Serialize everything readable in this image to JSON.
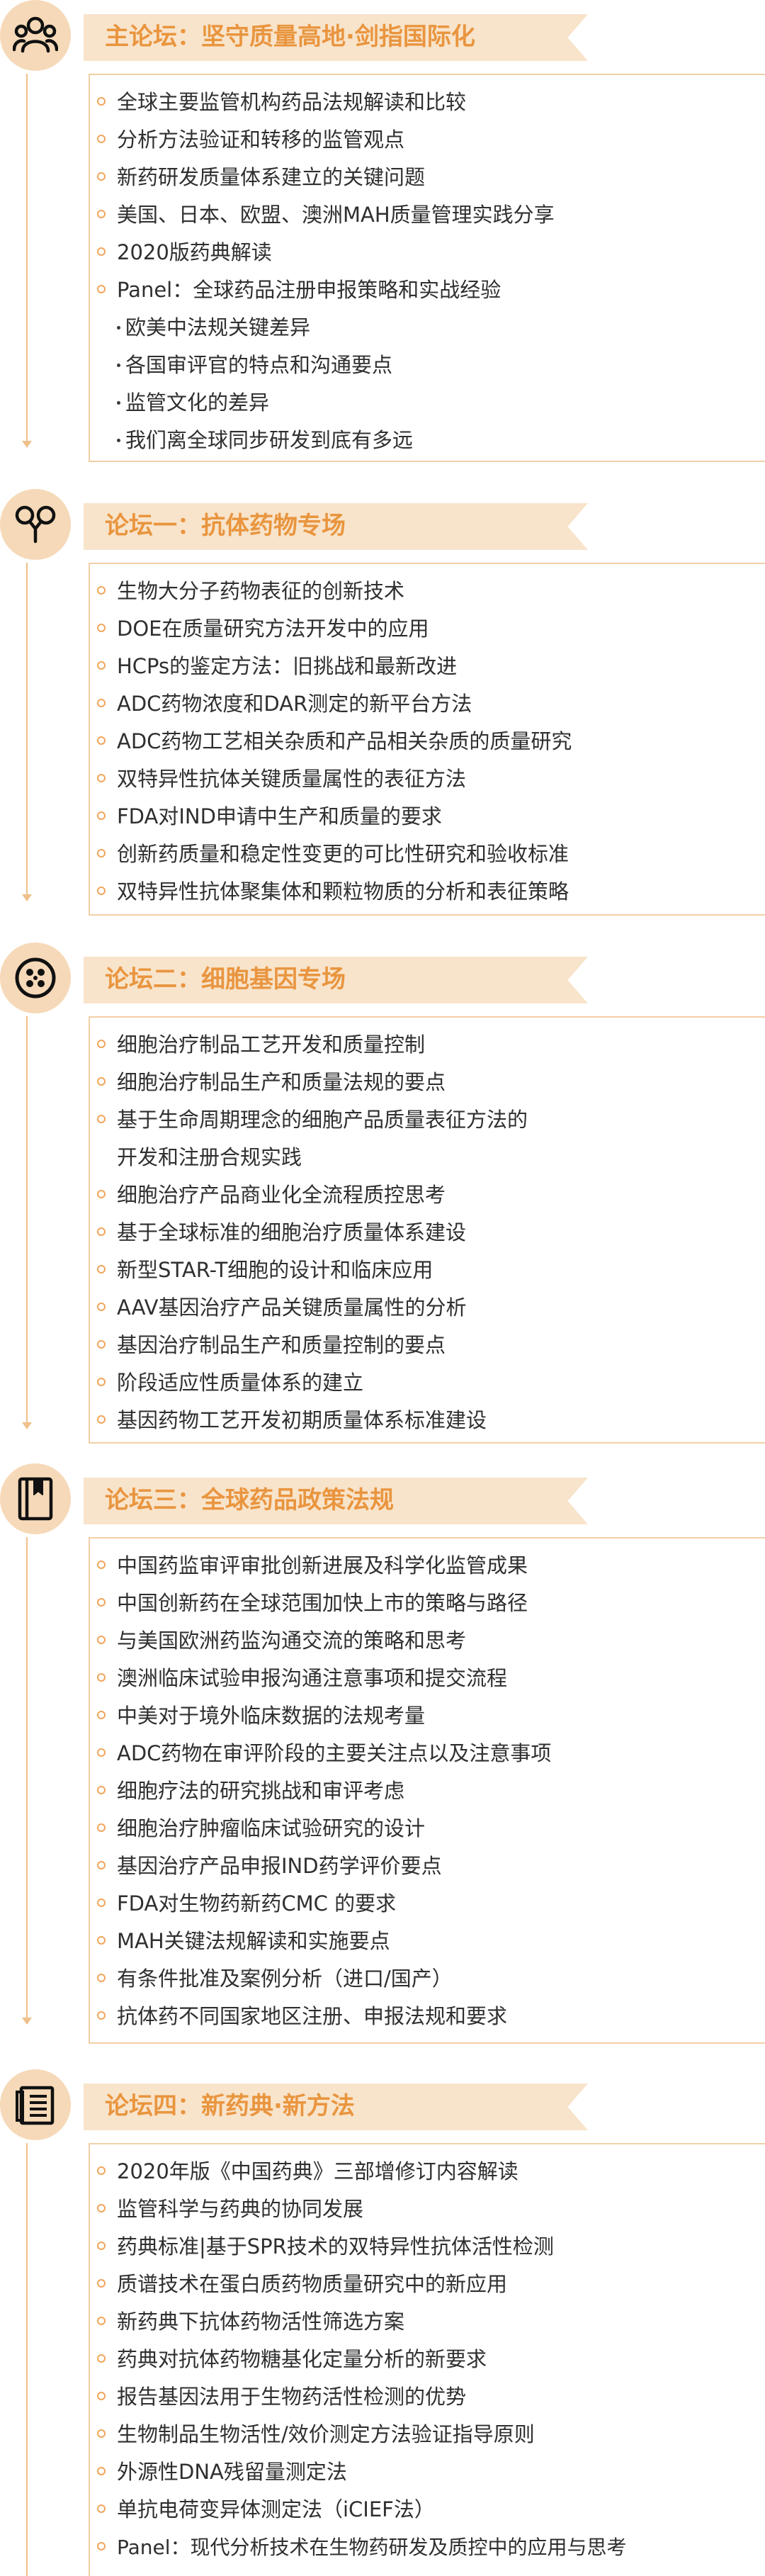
{
  "colors": {
    "accent": "#e9953f",
    "banner_bg": "#f8e4cb",
    "icon_bg": "#f6d9b8",
    "icon_fg": "#111111",
    "bullet": "#f1a55b",
    "text": "#2f2f2f"
  },
  "sections": [
    {
      "icon": "people-icon",
      "title": "主论坛：坚守质量高地·剑指国际化",
      "items": [
        "全球主要监管机构药品法规解读和比较",
        "分析方法验证和转移的监管观点",
        "新药研发质量体系建立的关键问题",
        "美国、日本、欧盟、澳洲MAH质量管理实践分享",
        "2020版药典解读",
        "Panel：全球药品注册申报策略和实战经验"
      ],
      "subitems": [
        "欧美中法规关键差异",
        "各国审评官的特点和沟通要点",
        "监管文化的差异",
        "我们离全球同步研发到底有多远"
      ]
    },
    {
      "icon": "antibody-icon",
      "title": "论坛一：抗体药物专场",
      "items": [
        "生物大分子药物表征的创新技术",
        "DOE在质量研究方法开发中的应用",
        "HCPs的鉴定方法：旧挑战和最新改进",
        "ADC药物浓度和DAR测定的新平台方法",
        "ADC药物工艺相关杂质和产品相关杂质的质量研究",
        "双特异性抗体关键质量属性的表征方法",
        "FDA对IND申请中生产和质量的要求",
        "创新药质量和稳定性变更的可比性研究和验收标准",
        "双特异性抗体聚集体和颗粒物质的分析和表征策略"
      ]
    },
    {
      "icon": "cell-icon",
      "title": "论坛二：细胞基因专场",
      "items": [
        "细胞治疗制品工艺开发和质量控制",
        "细胞治疗制品生产和质量法规的要点",
        "基于生命周期理念的细胞产品质量表征方法的",
        "细胞治疗产品商业化全流程质控思考",
        "基于全球标准的细胞治疗质量体系建设",
        "新型STAR-T细胞的设计和临床应用",
        "AAV基因治疗产品关键质量属性的分析",
        "基因治疗制品生产和质量控制的要点",
        "阶段适应性质量体系的建立",
        "基因药物工艺开发初期质量体系标准建设"
      ],
      "wrap_line": "开发和注册合规实践"
    },
    {
      "icon": "book-icon",
      "title": "论坛三：全球药品政策法规",
      "items": [
        "中国药监审评审批创新进展及科学化监管成果",
        "中国创新药在全球范围加快上市的策略与路径",
        "与美国欧洲药监沟通交流的策略和思考",
        "澳洲临床试验申报沟通注意事项和提交流程",
        "中美对于境外临床数据的法规考量",
        "ADC药物在审评阶段的主要关注点以及注意事项",
        "细胞疗法的研究挑战和审评考虑",
        "细胞治疗肿瘤临床试验研究的设计",
        "基因治疗产品申报IND药学评价要点",
        "FDA对生物药新药CMC 的要求",
        "MAH关键法规解读和实施要点",
        "有条件批准及案例分析（进口/国产）",
        "抗体药不同国家地区注册、申报法规和要求"
      ]
    },
    {
      "icon": "document-icon",
      "title": "论坛四：新药典·新方法",
      "items": [
        "2020年版《中国药典》三部增修订内容解读",
        "监管科学与药典的协同发展",
        "药典标准|基于SPR技术的双特异性抗体活性检测",
        "质谱技术在蛋白质药物质量研究中的新应用",
        "新药典下抗体药物活性筛选方案",
        "药典对抗体药物糖基化定量分析的新要求",
        "报告基因法用于生物药活性检测的优势",
        "生物制品生物活性/效价测定方法验证指导原则",
        "外源性DNA残留量测定法",
        "单抗电荷变异体测定法（iCIEF法）",
        "Panel：现代分析技术在生物药研发及质控中的应用与思考"
      ]
    }
  ]
}
